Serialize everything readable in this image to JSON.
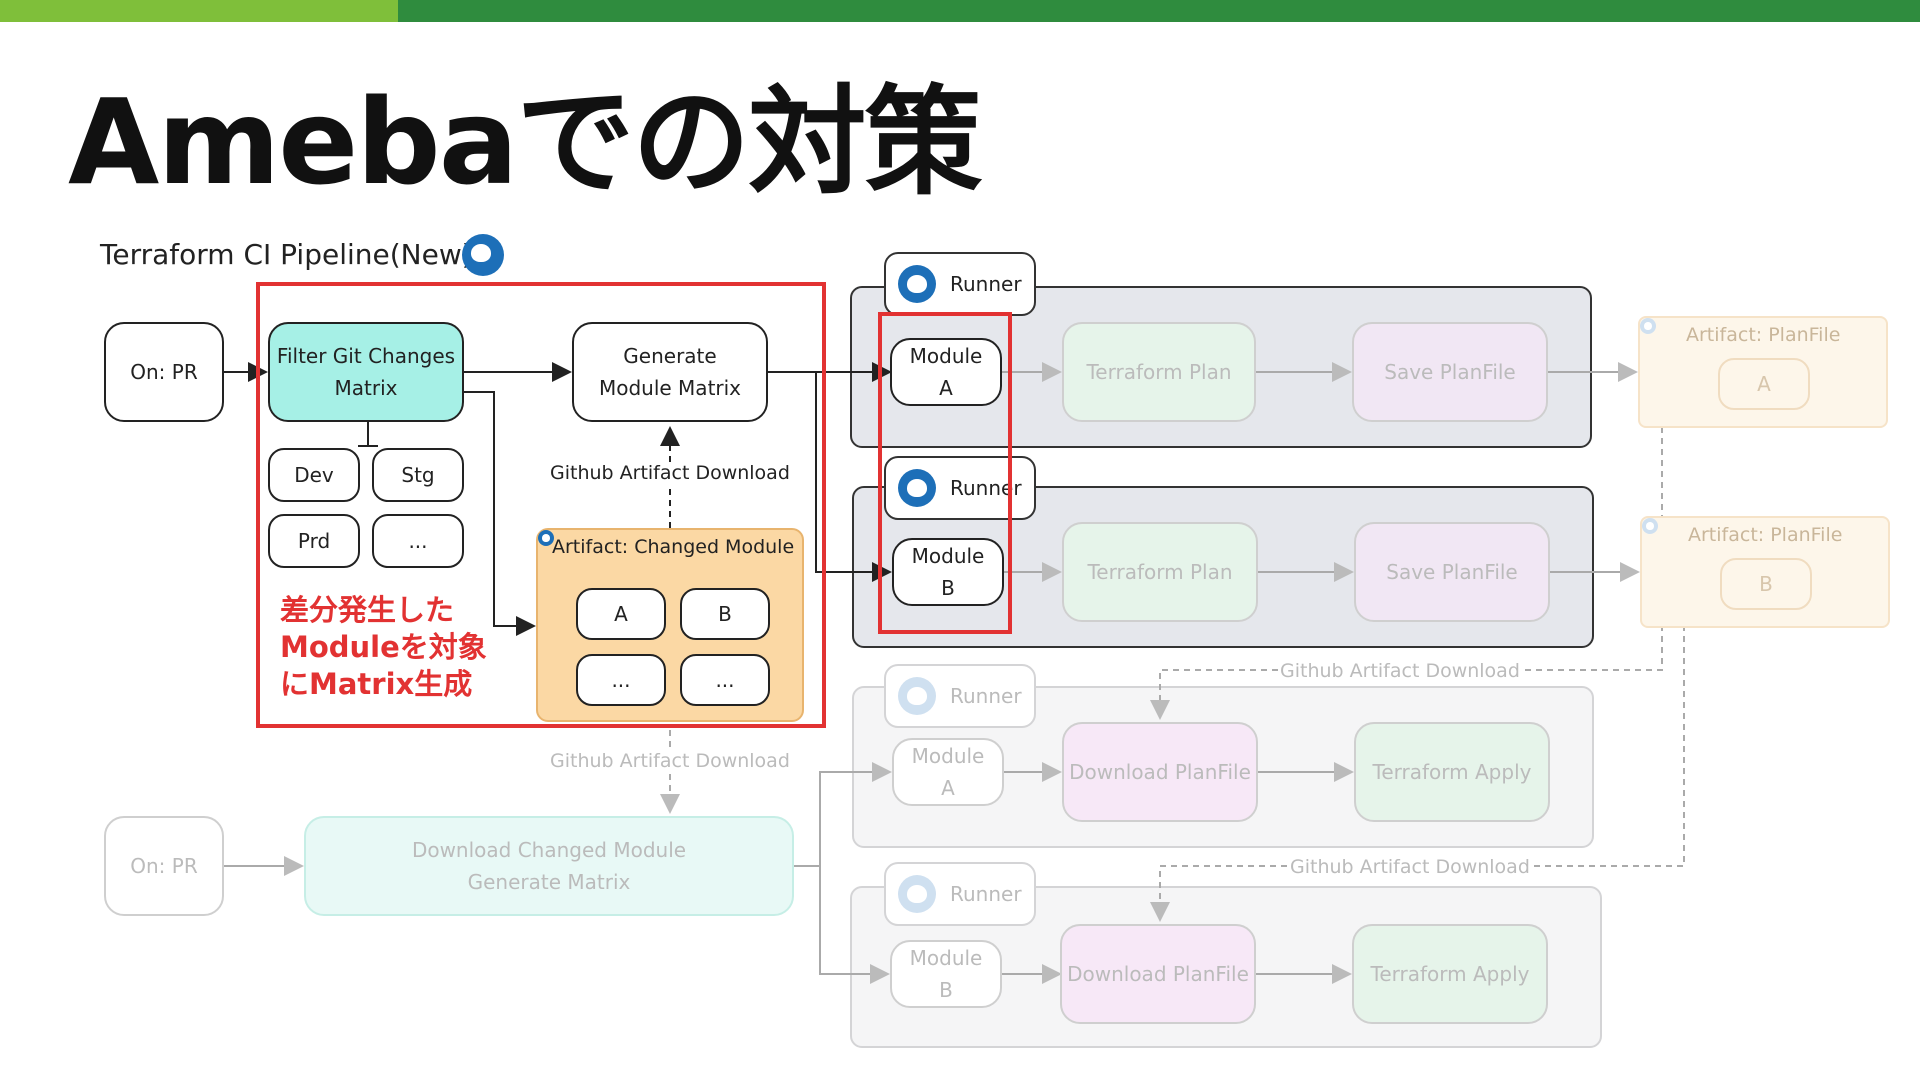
{
  "title": "Amebaでの対策",
  "subtitle": "Terraform CI Pipeline(New)",
  "colors": {
    "accent_green": "#2f8c3e",
    "light_green": "#7fbf3a",
    "highlight_red": "#e23232",
    "filter_teal": "#a6f0e6",
    "artifact_orange": "#fbd8a4",
    "github_blue": "#1d6fb8"
  },
  "icons": [
    "github-icon"
  ],
  "nodes": {
    "on_pr": "On: PR",
    "filter": "Filter Git Changes\nMatrix",
    "envs": [
      "Dev",
      "Stg",
      "Prd",
      "..."
    ],
    "generate": "Generate\nModule Matrix",
    "artifact_download": "Github Artifact Download",
    "changed_module_title": "Artifact: Changed Module",
    "changed_module_items": [
      "A",
      "B",
      "...",
      "..."
    ],
    "note": "差分発生した\nModuleを対象\nにMatrix生成"
  },
  "plan_lanes": [
    {
      "runner": "Runner",
      "module": "Module\nA",
      "plan": "Terraform Plan",
      "save": "Save PlanFile",
      "artifact_title": "Artifact: PlanFile",
      "artifact_item": "A"
    },
    {
      "runner": "Runner",
      "module": "Module\nB",
      "plan": "Terraform Plan",
      "save": "Save PlanFile",
      "artifact_title": "Artifact: PlanFile",
      "artifact_item": "B"
    }
  ],
  "apply": {
    "on_pr": "On: PR",
    "artifact_download": "Github Artifact Download",
    "download_changed": "Download Changed Module\nGenerate Matrix",
    "lanes": [
      {
        "runner": "Runner",
        "module": "Module\nA",
        "download": "Download PlanFile",
        "apply": "Terraform Apply",
        "artifact_download": "Github Artifact Download"
      },
      {
        "runner": "Runner",
        "module": "Module\nB",
        "download": "Download PlanFile",
        "apply": "Terraform Apply",
        "artifact_download": "Github Artifact Download"
      }
    ]
  }
}
